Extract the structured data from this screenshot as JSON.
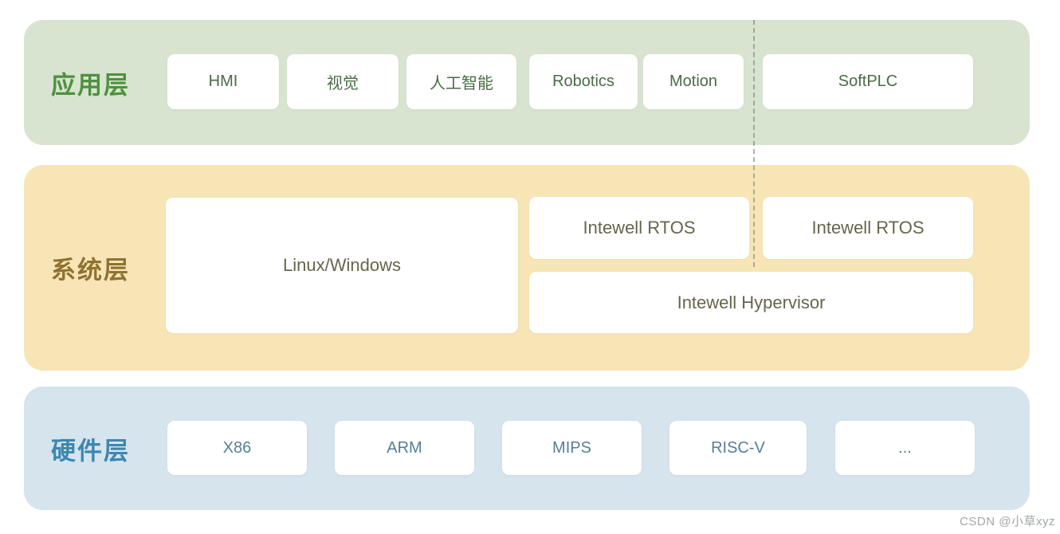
{
  "diagram": {
    "divider_color": "#7f8c80",
    "layers": {
      "application": {
        "label": "应用层",
        "label_color": "#4e9140",
        "bg_color": "#d8e4cf",
        "box_text_color": "#4a6b46",
        "boxes": [
          "HMI",
          "视觉",
          "人工智能",
          "Robotics",
          "Motion",
          "SoftPLC"
        ]
      },
      "system": {
        "label": "系统层",
        "label_color": "#8f7233",
        "bg_color": "#f8e5b6",
        "box_text_color": "#66654c",
        "boxes": [
          "Linux/Windows",
          "Intewell RTOS",
          "Intewell RTOS",
          "Intewell Hypervisor"
        ]
      },
      "hardware": {
        "label": "硬件层",
        "label_color": "#3d87b0",
        "bg_color": "#d5e4ed",
        "box_text_color": "#567e99",
        "boxes": [
          "X86",
          "ARM",
          "MIPS",
          "RISC-V",
          "..."
        ]
      }
    }
  },
  "watermark": {
    "text": "CSDN @小草xyz",
    "color": "#a2a6aa"
  }
}
